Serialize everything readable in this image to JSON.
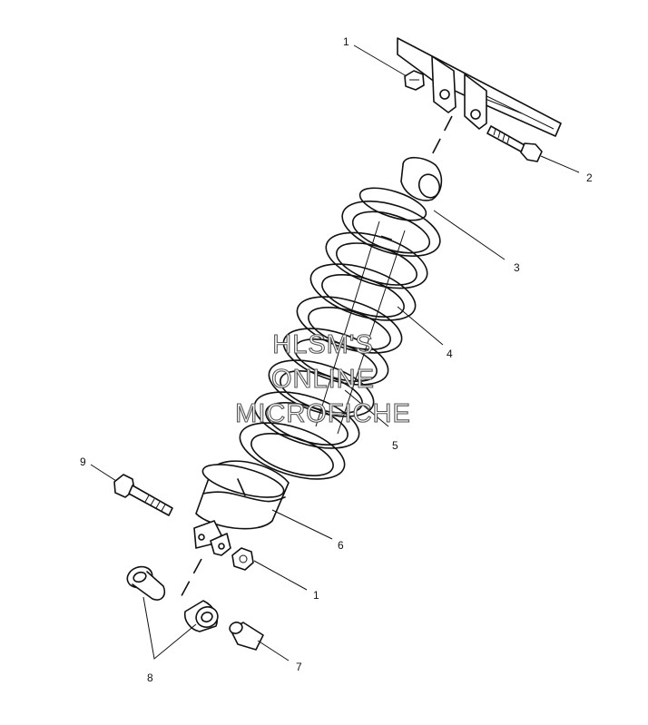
{
  "callouts": [
    {
      "id": "c1_top",
      "label": "1"
    },
    {
      "id": "c2",
      "label": "2"
    },
    {
      "id": "c3",
      "label": "3"
    },
    {
      "id": "c4",
      "label": "4"
    },
    {
      "id": "c5",
      "label": "5"
    },
    {
      "id": "c6",
      "label": "6"
    },
    {
      "id": "c1_bottom",
      "label": "1"
    },
    {
      "id": "c7",
      "label": "7"
    },
    {
      "id": "c8",
      "label": "8"
    },
    {
      "id": "c9",
      "label": "9"
    }
  ],
  "watermark": {
    "line1": "HLSM'S",
    "line2": "ONLINE",
    "line3": "MICROFICHE"
  },
  "colors": {
    "ink": "#111111",
    "background": "#ffffff",
    "watermark_outline": "#555555"
  }
}
